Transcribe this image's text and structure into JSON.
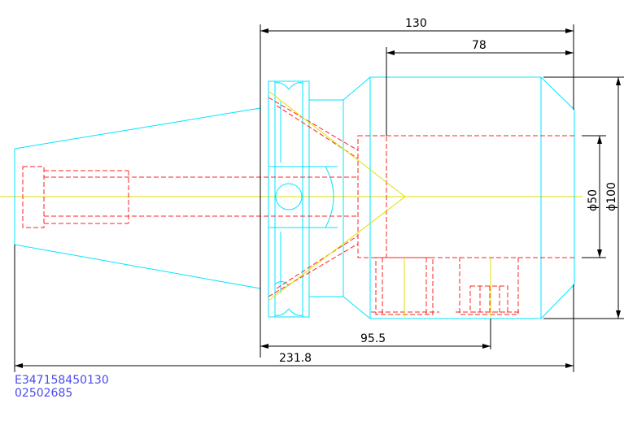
{
  "drawing": {
    "dimensions": {
      "length_130": "130",
      "length_78": "78",
      "diameter_50": "ϕ50",
      "diameter_100": "ϕ100",
      "length_95_5": "95.5",
      "length_231_8": "231.8"
    },
    "info": {
      "line1": "E347158450130",
      "line2": "02502685"
    },
    "colors": {
      "outline": "#00e5ff",
      "hidden": "#ff2020",
      "center": "#e0e000",
      "dimension": "#000000",
      "text": "#4a4af0",
      "background": "#ffffff"
    }
  }
}
